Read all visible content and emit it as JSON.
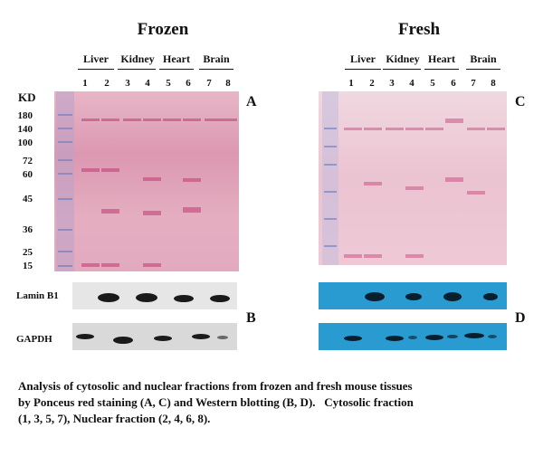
{
  "figure": {
    "left": {
      "title": "Frozen",
      "groups": [
        "Liver",
        "Kidney",
        "Heart",
        "Brain"
      ],
      "lanes": [
        "1",
        "2",
        "3",
        "4",
        "5",
        "6",
        "7",
        "8"
      ],
      "panel_gel": "A",
      "panel_blot": "B"
    },
    "right": {
      "title": "Fresh",
      "groups": [
        "Liver",
        "Kidney",
        "Heart",
        "Brain"
      ],
      "lanes": [
        "1",
        "2",
        "3",
        "4",
        "5",
        "6",
        "7",
        "8"
      ],
      "panel_gel": "C",
      "panel_blot": "D"
    },
    "marker_unit": "KD",
    "markers": [
      "180",
      "140",
      "100",
      "72",
      "60",
      "45",
      "36",
      "25",
      "15"
    ],
    "blot_labels": [
      "Lamin B1",
      "GAPDH"
    ],
    "caption": [
      "Analysis of cytosolic and nuclear fractions from frozen and fresh mouse tissues",
      "by Ponceus red staining (A, C) and Western blotting (B, D).   Cytosolic fraction",
      "(1, 3, 5, 7), Nuclear fraction (2, 4, 6, 8)."
    ]
  }
}
